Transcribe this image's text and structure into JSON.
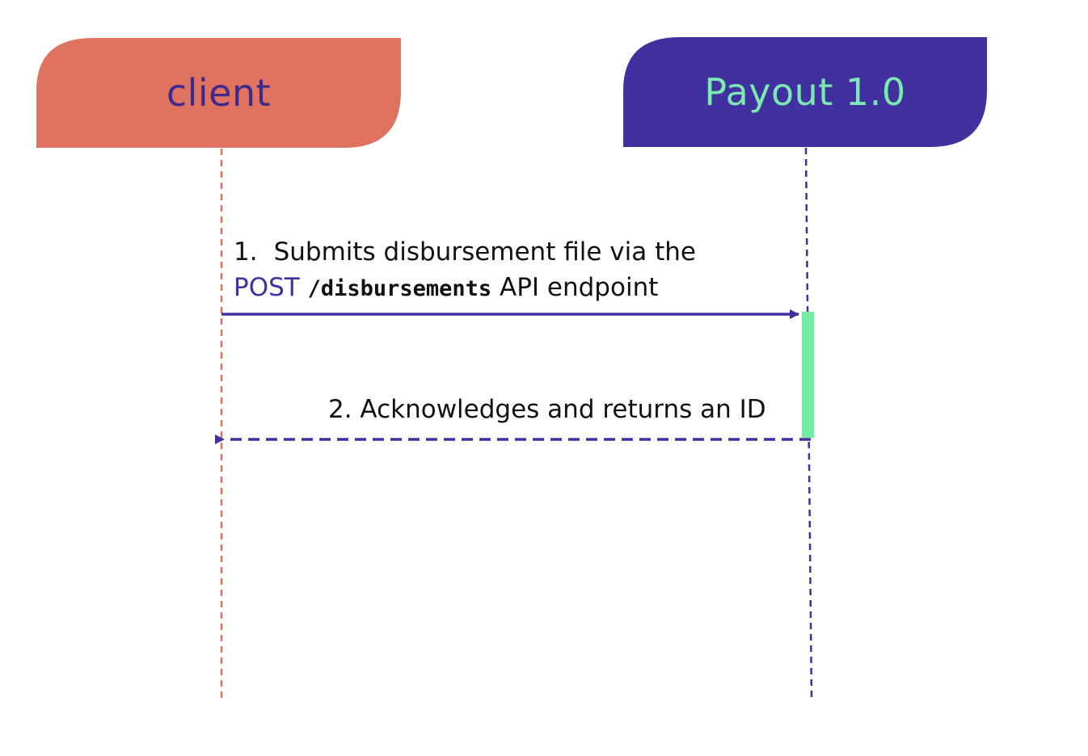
{
  "participants": {
    "client": {
      "label": "client",
      "fill_color": "#E07360",
      "text_color": "#3D2A8A",
      "lifeline_color": "#E07360"
    },
    "payout": {
      "label": "Payout 1.0",
      "fill_color": "#4130A0",
      "text_color": "#7CE8B2",
      "lifeline_color": "#4130A0"
    }
  },
  "activation_color": "#74EBA5",
  "messages": [
    {
      "number": "1.",
      "line1_text": "Submits disbursement file via the",
      "method": "POST",
      "method_color": "#4130A0",
      "path": "/disbursements",
      "line2_suffix": "API endpoint",
      "from": "client",
      "to": "payout",
      "style": "solid"
    },
    {
      "text": "2. Acknowledges and returns an ID",
      "from": "payout",
      "to": "client",
      "style": "dashed"
    }
  ]
}
